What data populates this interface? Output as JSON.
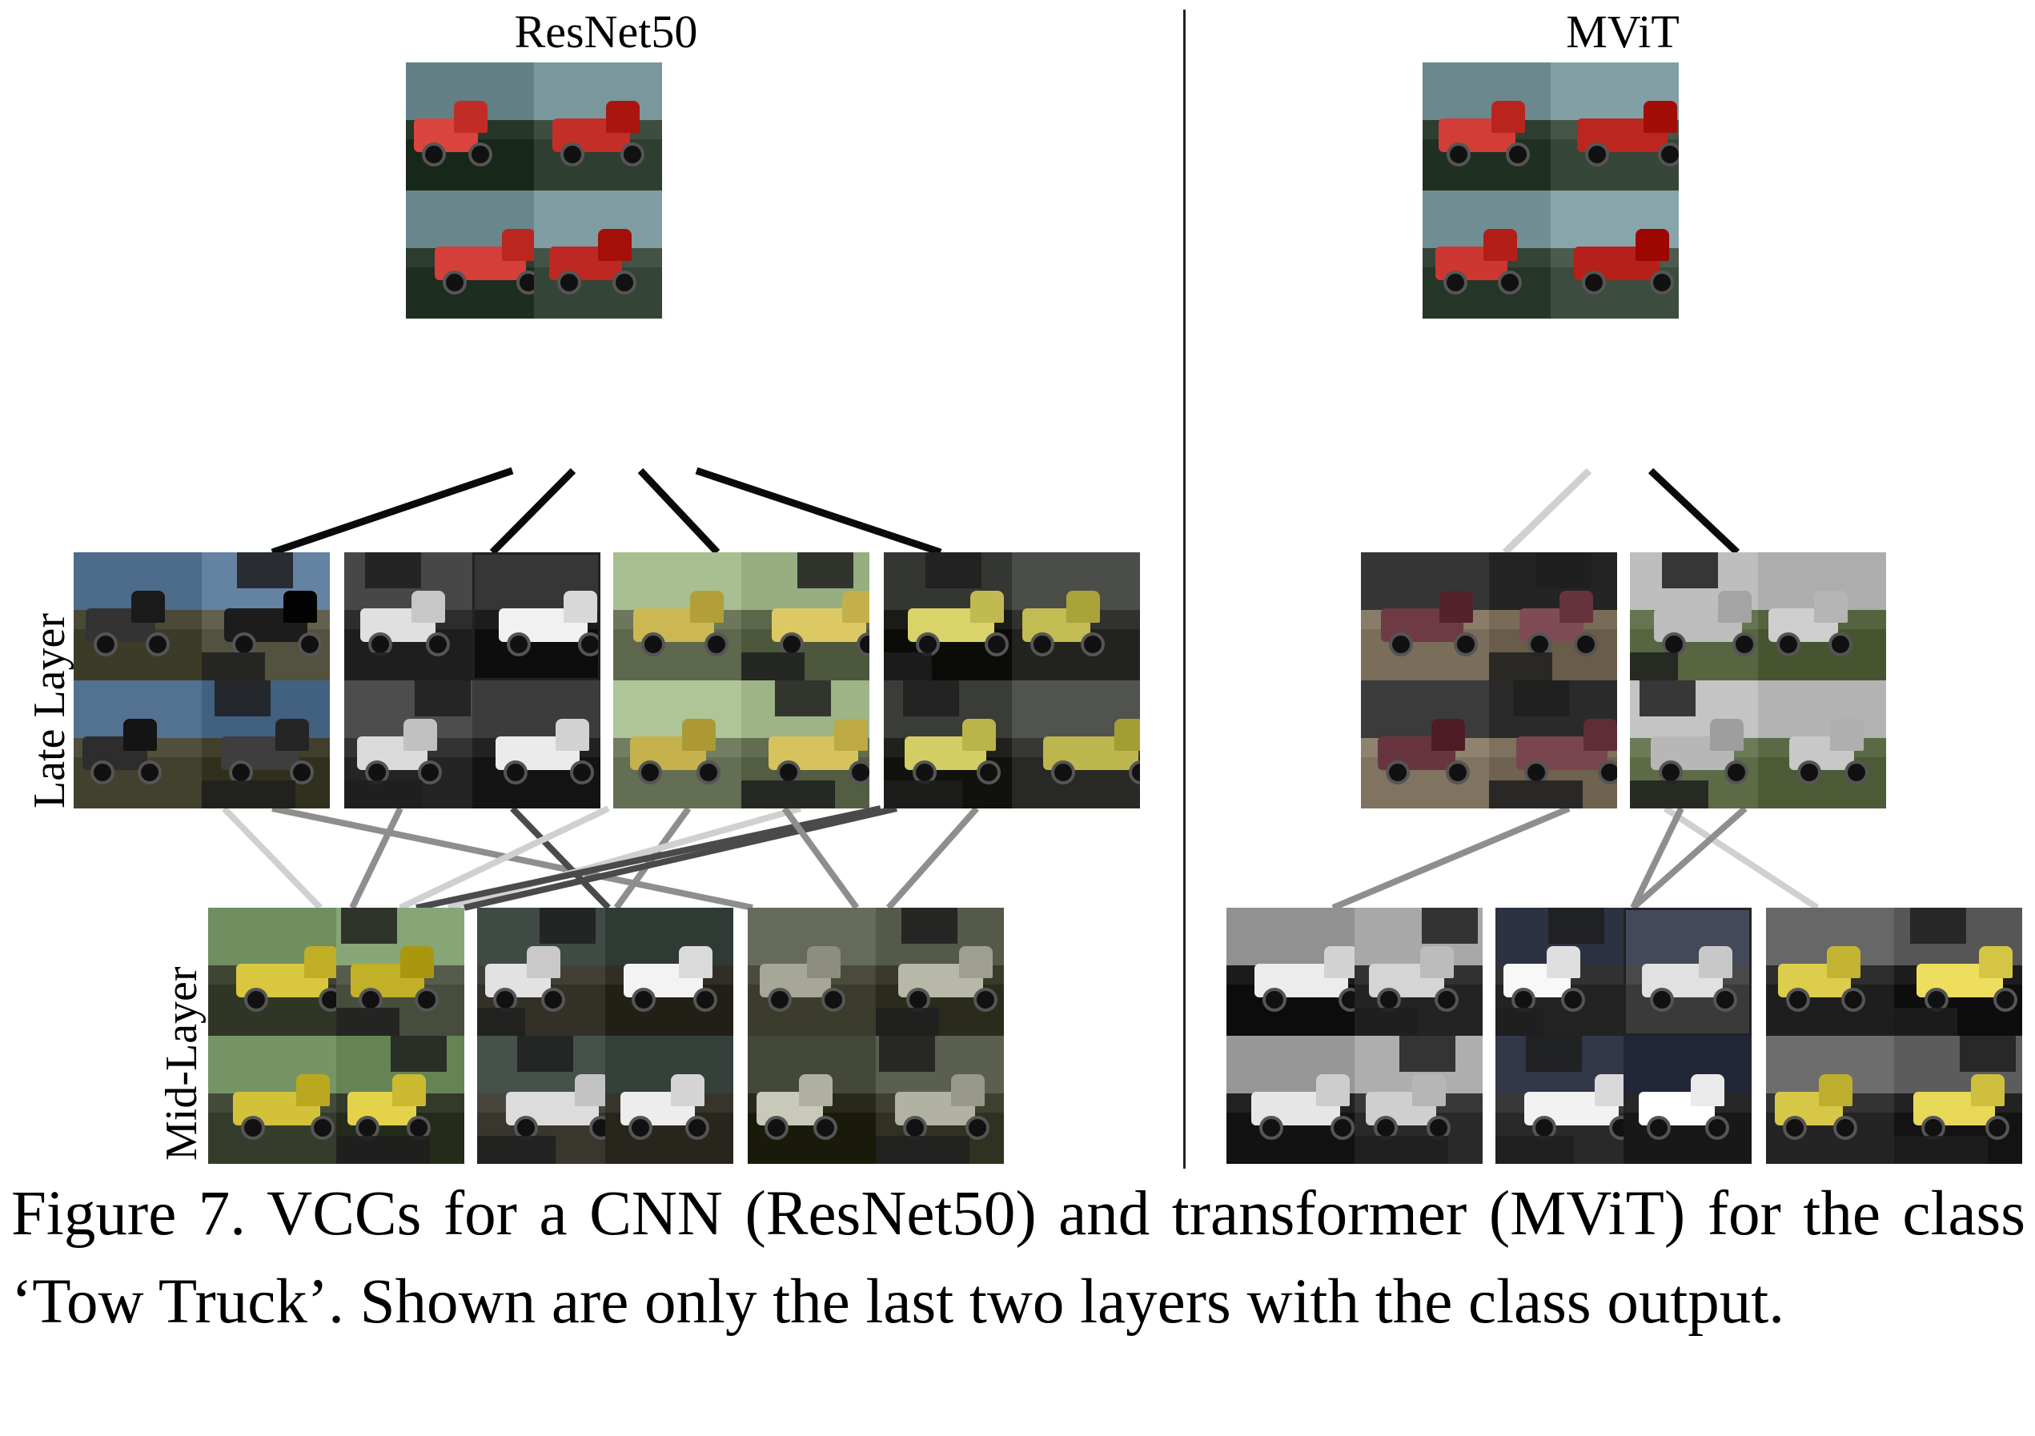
{
  "panels": [
    {
      "title": "ResNet50",
      "class_output_tiles": 4,
      "late_layer_concepts": 4,
      "mid_layer_concepts": 3
    },
    {
      "title": "MViT",
      "class_output_tiles": 4,
      "late_layer_concepts": 2,
      "mid_layer_concepts": 3
    }
  ],
  "row_labels": {
    "late": "Late Layer",
    "mid": "Mid-Layer"
  },
  "caption": "Figure 7.  VCCs for a CNN (ResNet50) and transformer (MViT) for the class ‘Tow Truck’. Shown are only the last two layers with the class output.",
  "edge_colors": {
    "strong": "#0a0a0a",
    "medium": "#4a4a4a",
    "weak": "#8e8e8e",
    "faint": "#d0d0d0"
  }
}
